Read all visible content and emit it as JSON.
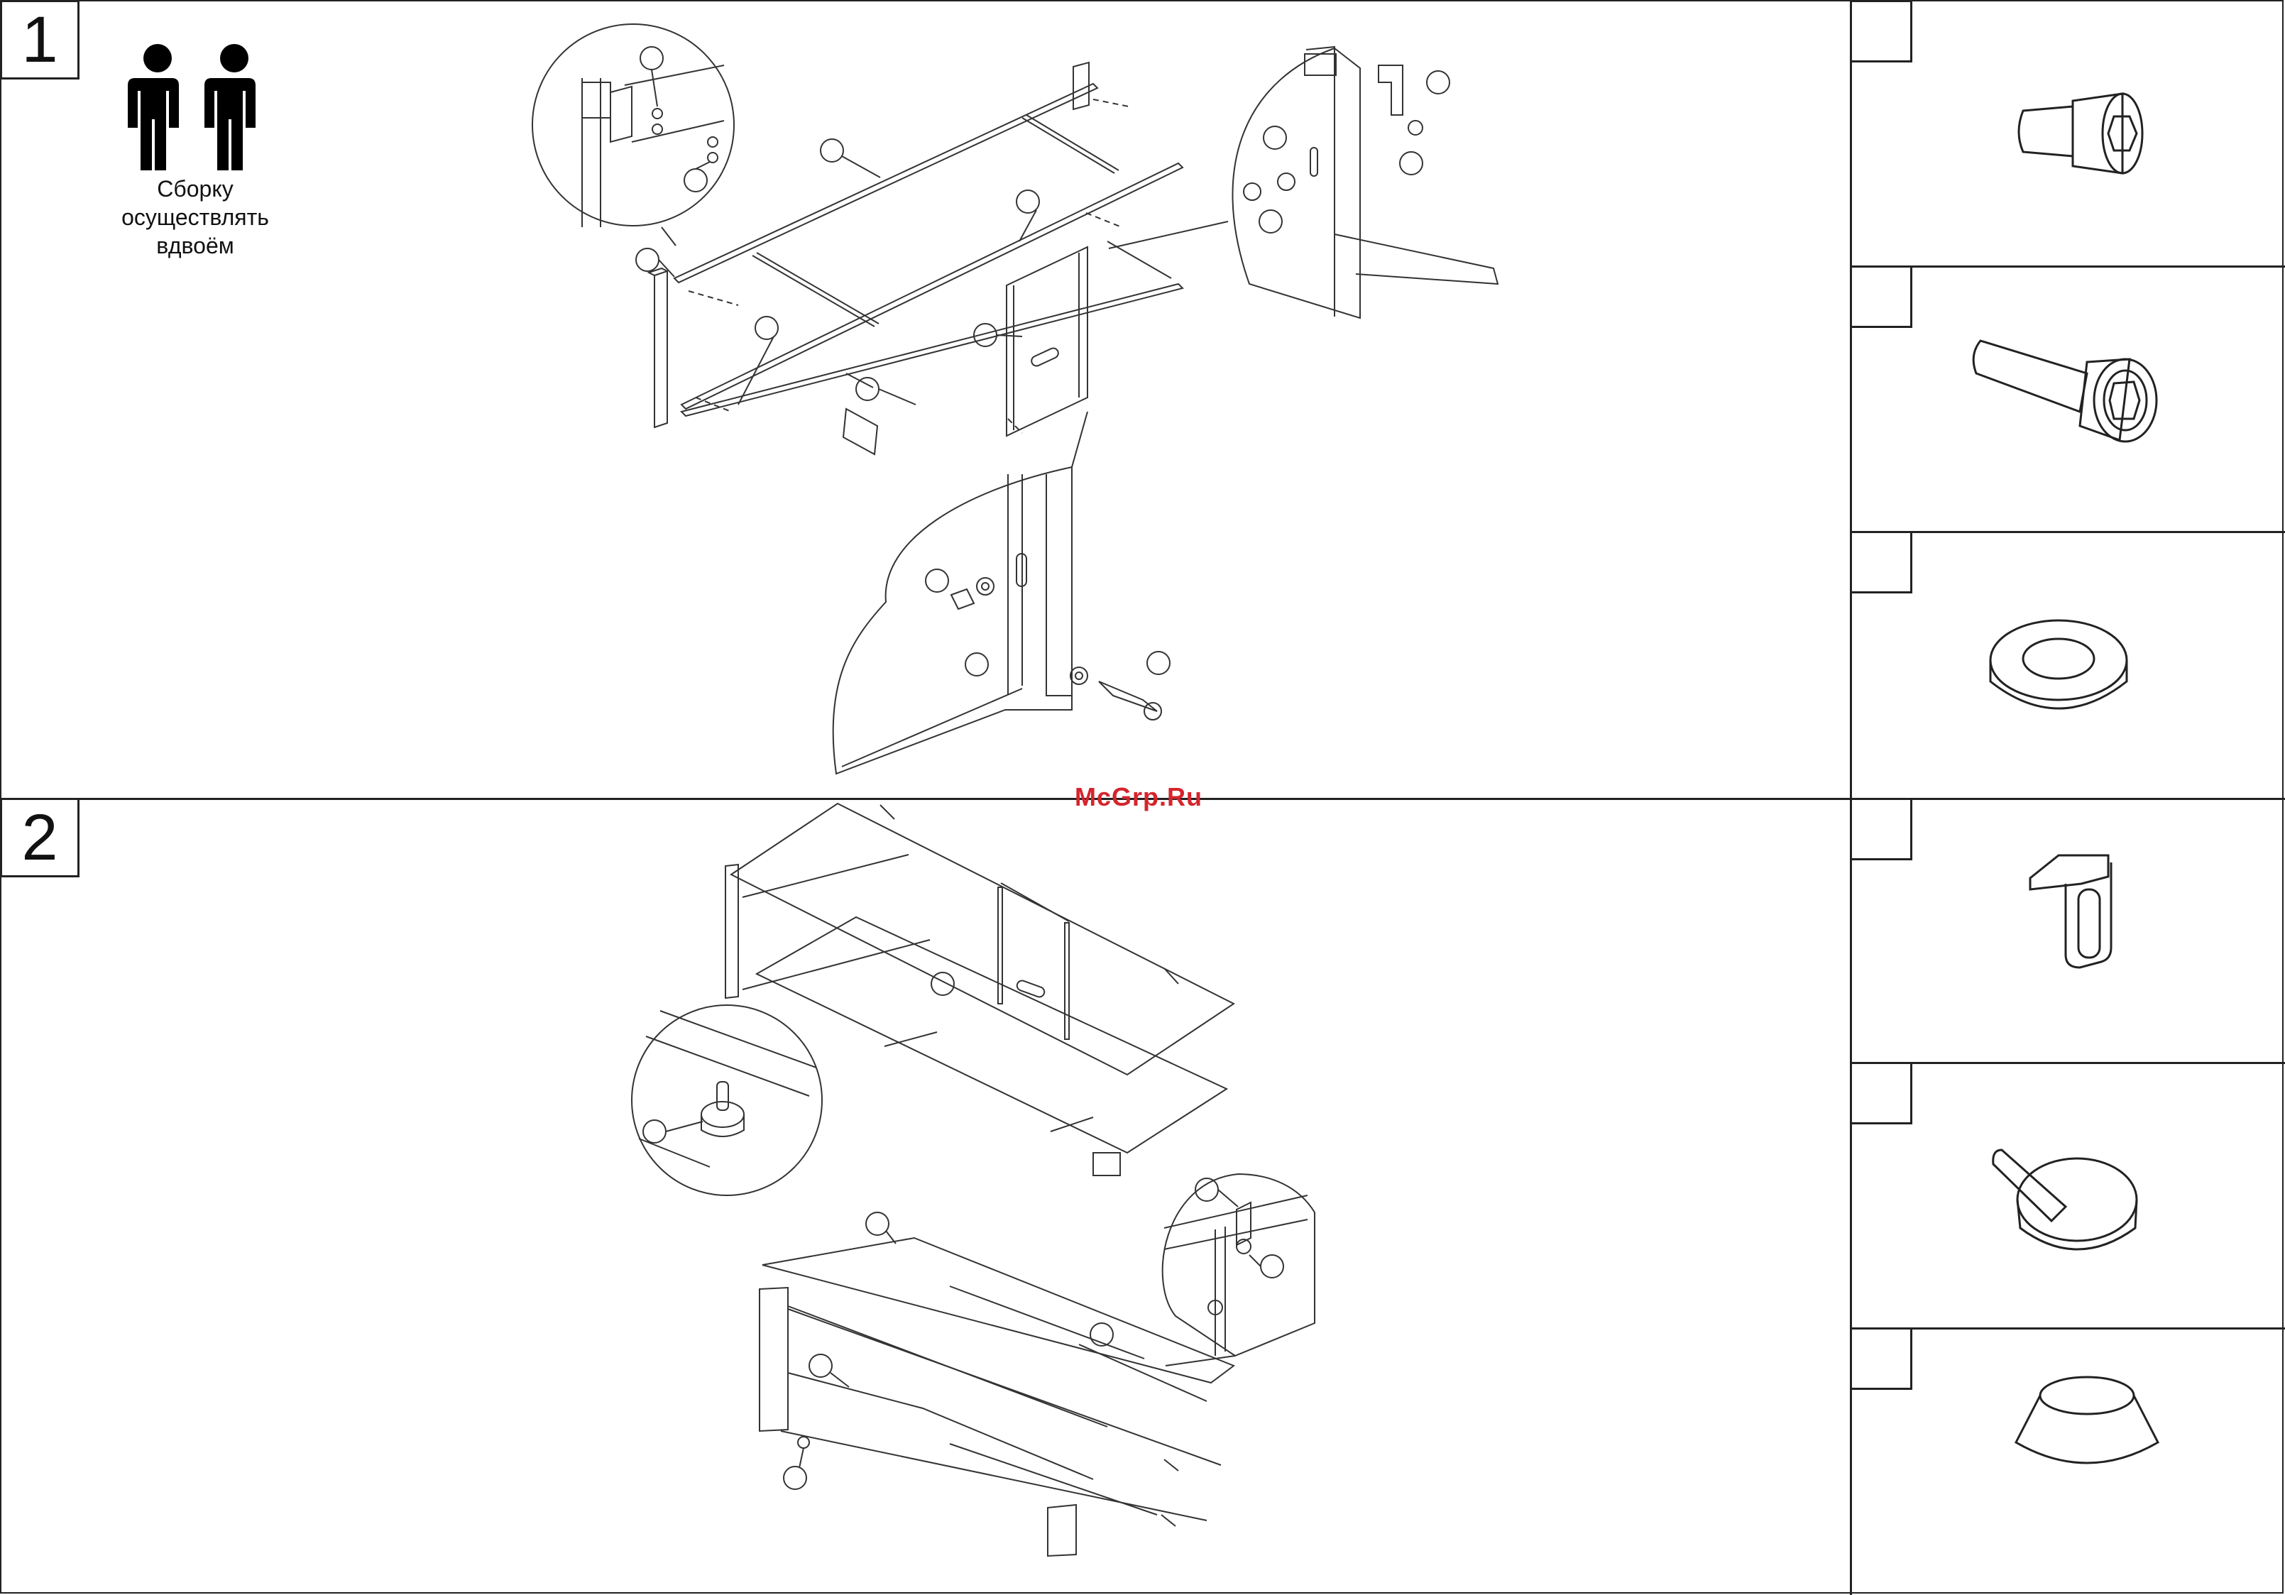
{
  "steps": [
    {
      "number": "1",
      "note_lines": [
        "Сборку",
        "осуществлять",
        "вдвоём"
      ]
    },
    {
      "number": "2"
    }
  ],
  "watermark": "McGrp.Ru",
  "parts_panel": {
    "items": [
      {
        "icon": "short-hex-bolt-icon",
        "label": ""
      },
      {
        "icon": "long-hex-bolt-icon",
        "label": ""
      },
      {
        "icon": "washer-icon",
        "label": ""
      },
      {
        "icon": "shelf-clip-icon",
        "label": ""
      },
      {
        "icon": "shelf-support-pin-icon",
        "label": ""
      },
      {
        "icon": "foot-pad-icon",
        "label": ""
      }
    ]
  }
}
